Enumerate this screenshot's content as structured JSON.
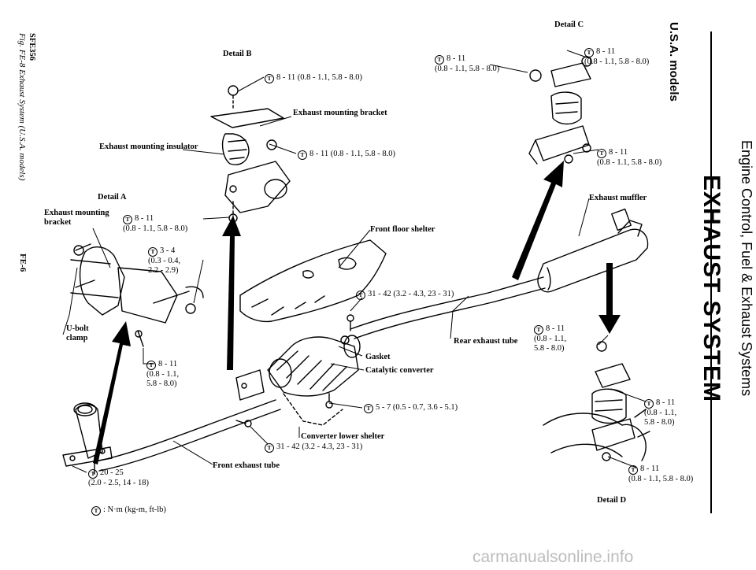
{
  "header": {
    "section": "Engine Control, Fuel & Exhaust Systems",
    "title": "EXHAUST SYSTEM",
    "subtitle": "U.S.A. models"
  },
  "figure": {
    "code": "SFE356",
    "caption": "Fig. FE-8 Exhaust System (U.S.A. models)",
    "page": "FE-6"
  },
  "details": {
    "a": "Detail A",
    "b": "Detail B",
    "c": "Detail C",
    "d": "Detail D"
  },
  "parts": {
    "exhaust_mounting_bracket_b": "Exhaust mounting bracket",
    "exhaust_mounting_insulator": "Exhaust mounting insulator",
    "exhaust_mounting_bracket_a": "Exhaust mounting\nbracket",
    "front_floor_shelter": "Front floor shelter",
    "exhaust_muffler": "Exhaust muffler",
    "u_bolt_clamp": "U-bolt\nclamp",
    "gasket": "Gasket",
    "catalytic_converter": "Catalytic converter",
    "rear_exhaust_tube": "Rear exhaust tube",
    "converter_lower_shelter": "Converter lower shelter",
    "front_exhaust_tube": "Front exhaust tube"
  },
  "torques": {
    "b_top": "8 - 11 (0.8 - 1.1, 5.8 - 8.0)",
    "b_bottom": "8 - 11 (0.8 - 1.1, 5.8 - 8.0)",
    "a_bracket": "8 - 11\n(0.8 - 1.1, 5.8 - 8.0)",
    "a_3_4": "3 - 4\n(0.3 - 0.4,\n2.2 - 2.9)",
    "a_clamp": "8 - 11\n(0.8 - 1.1,\n5.8 - 8.0)",
    "c_left": "8 - 11\n(0.8 - 1.1, 5.8 - 8.0)",
    "c_top": "8 - 11\n(0.8 - 1.1, 5.8 - 8.0)",
    "c_bottom": "8 - 11\n(0.8 - 1.1, 5.8 - 8.0)",
    "center_31_42": "31 - 42 (3.2 - 4.3, 23 - 31)",
    "d_top": "8 - 11\n(0.8 - 1.1,\n5.8 - 8.0)",
    "d_mid": "8 - 11\n(0.8 - 1.1,\n5.8 - 8.0)",
    "d_bottom": "8 - 11\n(0.8 - 1.1, 5.8 - 8.0)",
    "converter_5_7": "5 - 7 (0.5 - 0.7, 3.6 - 5.1)",
    "lower_31_42": "31 - 42 (3.2 - 4.3, 23 - 31)",
    "front_20_25": "20 - 25\n(2.0 - 2.5, 14 - 18)"
  },
  "legend": {
    "symbol": "T",
    "units": ": N·m (kg-m, ft-lb)"
  },
  "watermark": "carmanualsonline.info"
}
